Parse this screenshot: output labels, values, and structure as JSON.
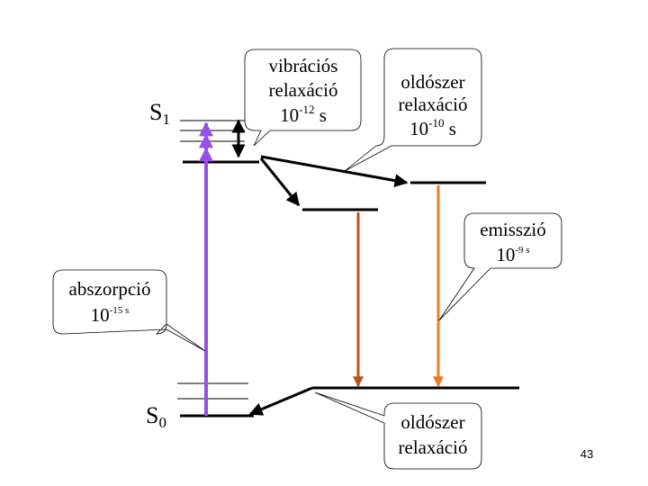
{
  "states": {
    "s1": {
      "base": "S",
      "sub": "1"
    },
    "s0": {
      "base": "S",
      "sub": "0"
    }
  },
  "callouts": {
    "vibracios": {
      "line1": "vibrációs",
      "line2": "relaxáció",
      "base": "10",
      "exp": "-12",
      "unit": " s"
    },
    "oldoszer_top": {
      "line1": "oldószer",
      "line2": "relaxáció",
      "base": "10",
      "exp": "-10",
      "unit": " s"
    },
    "emisszio": {
      "line1": "emisszió",
      "base": "10",
      "exp": "-9 s"
    },
    "abszorpcio": {
      "line1": "abszorpció",
      "base": "10",
      "exp": "-15 s"
    },
    "oldoszer_bottom": {
      "line1": "oldószer",
      "line2": "relaxáció"
    }
  },
  "page_number": "43",
  "colors": {
    "absorption": "#9b4de8",
    "emission_short": "#c0501a",
    "emission_long": "#f07a1e",
    "line": "#000000"
  }
}
